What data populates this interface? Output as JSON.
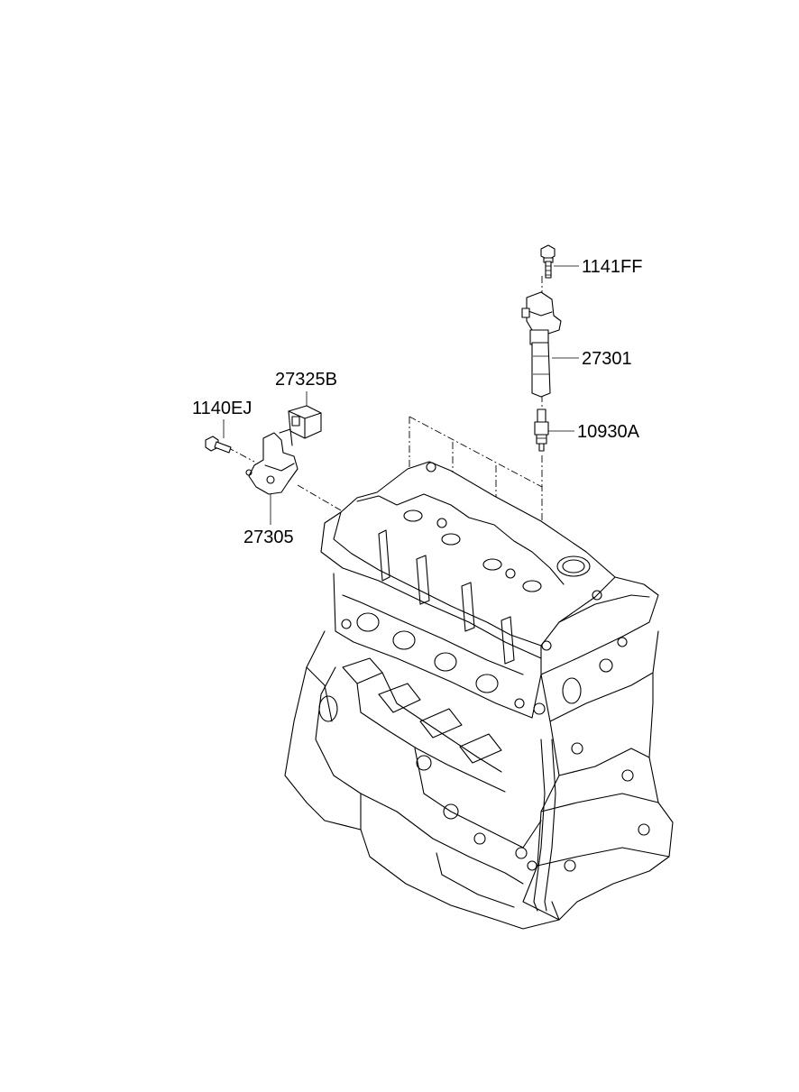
{
  "diagram": {
    "callouts": [
      {
        "id": "1141FF",
        "label": "1141FF"
      },
      {
        "id": "27301",
        "label": "27301"
      },
      {
        "id": "10930A",
        "label": "10930A"
      },
      {
        "id": "27325B",
        "label": "27325B"
      },
      {
        "id": "1140EJ",
        "label": "1140EJ"
      },
      {
        "id": "27305",
        "label": "27305"
      }
    ],
    "colors": {
      "line": "#000000",
      "background": "#ffffff"
    }
  }
}
